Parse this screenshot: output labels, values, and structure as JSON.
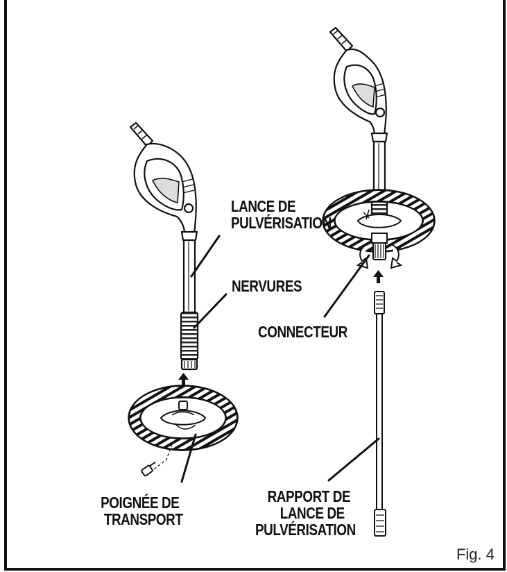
{
  "labels": {
    "lance_line1": "LANCE DE",
    "lance_line2": "PULVÉRISATION",
    "nervures": "NERVURES",
    "connecteur": "CONNECTEUR",
    "poignee_line1": "POIGNÉE DE",
    "poignee_line2": "TRANSPORT",
    "rapport_line1": "RAPPORT DE",
    "rapport_line2": "LANCE DE",
    "rapport_line3": "PULVÉRISATION"
  },
  "figure_label": "Fig. 4"
}
